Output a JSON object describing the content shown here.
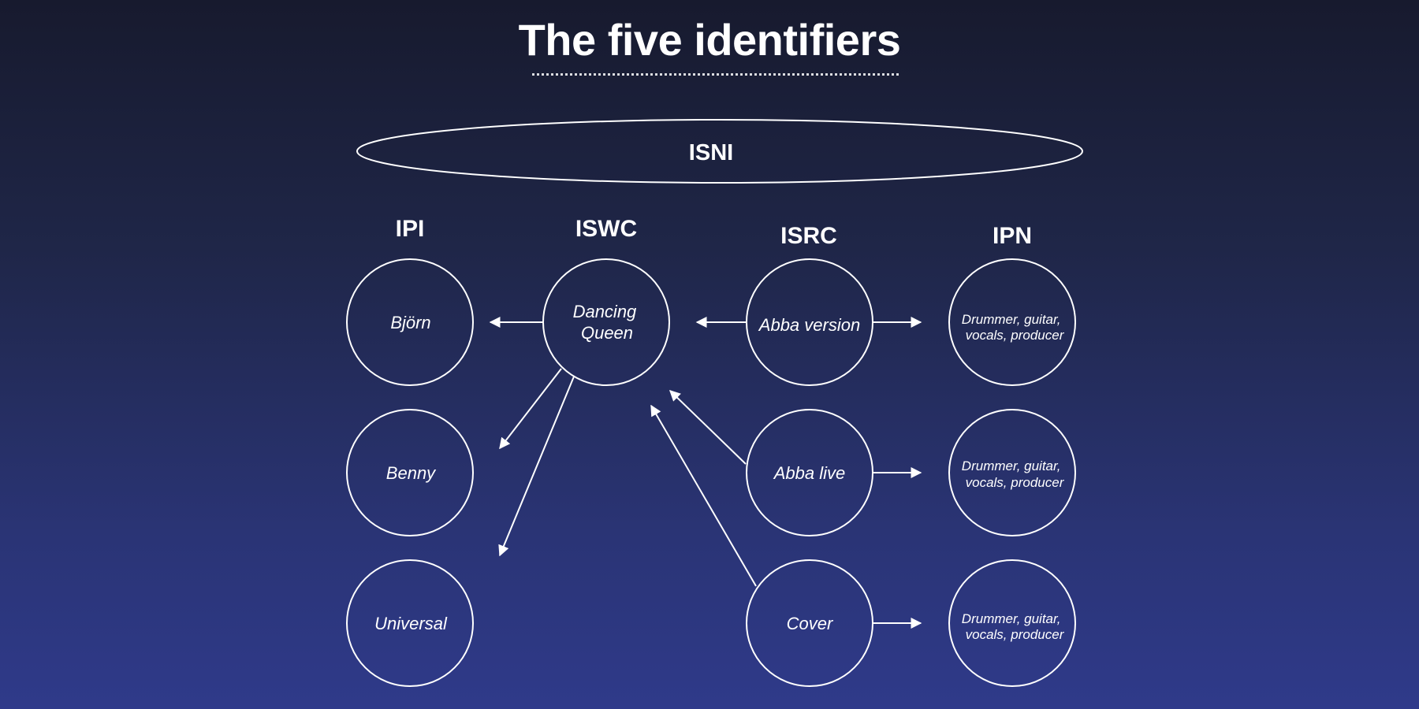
{
  "slide": {
    "title": "The five identifiers"
  },
  "diagram": {
    "isni_label": "ISNI",
    "columns": {
      "ipi": "IPI",
      "iswc": "ISWC",
      "isrc": "ISRC",
      "ipn": "IPN"
    },
    "nodes": {
      "bjorn": "Björn",
      "benny": "Benny",
      "universal": "Universal",
      "dancing_queen": [
        "Dancing",
        "Queen"
      ],
      "abba_version": "Abba version",
      "abba_live": "Abba live",
      "cover": "Cover",
      "ipn_1": [
        "Drummer, guitar,",
        "vocals, producer"
      ],
      "ipn_2": [
        "Drummer, guitar,",
        "vocals, producer"
      ],
      "ipn_3": [
        "Drummer, guitar,",
        "vocals, producer"
      ]
    },
    "colors": {
      "stroke": "#ffffff",
      "text": "#ffffff",
      "background_top": "#171a2e",
      "background_bottom": "#2f3a8a"
    }
  }
}
